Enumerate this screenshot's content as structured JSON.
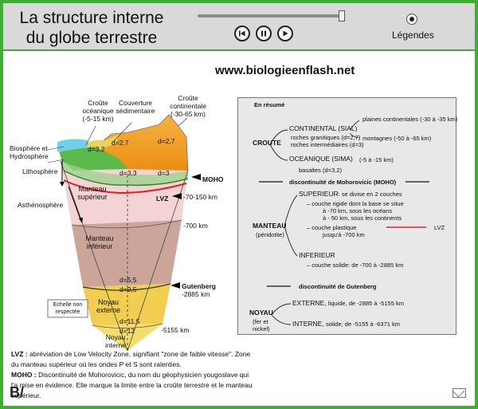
{
  "header": {
    "title_line1": "La structure interne",
    "title_line2": "du globe terrestre",
    "progress": 0.98,
    "legend_label": "Légendes"
  },
  "site_url": "www.biologieenflash.net",
  "diagram": {
    "labels": {
      "croute_oceanique": "Croûte océanique (-5-15 km)",
      "couverture": "Couverture sédimentaire",
      "croute_continentale": "Croûte continentale (-30-65 km)",
      "biosphere": "Biosphère et Hydrosphère",
      "lithosphere": "Lithosphère",
      "asthenosphere": "Asthénosphère",
      "manteau_sup": "Manteau supérieur",
      "manteau_inf": "Manteau inférieur",
      "noyau_ext": "Noyau externe",
      "noyau_int": "Noyau interne",
      "moho": "MOHO",
      "lvz": "LVZ",
      "gutenberg": "Gutenberg",
      "d27a": "d=2,7",
      "d32": "d=3,2",
      "d27b": "d=2,7",
      "d3": "d=3",
      "d33": "d=3,3",
      "d55": "d=5,5",
      "d95": "d=9,5",
      "d115": "d=11,5",
      "d12": "d=12",
      "depth_70_150": "-70-150 km",
      "depth_700": "-700 km",
      "depth_2885": "-2885 km",
      "depth_5155": "-5155 km",
      "echelle": "Echelle non respectée"
    }
  },
  "summary": {
    "heading": "En résumé",
    "croute": "CROUTE",
    "continental": "CONTINENTAL (SIAL)",
    "cont_rocks1": "roches granitiques (d=2,7)",
    "cont_rocks2": "roches intermédiaires (d=3)",
    "plaines": "plaines continentales (-30 à -35 km)",
    "montagnes": "montagnes (-50 à -65 km)",
    "oceanique": "OCEANIQUE (SIMA)",
    "oceanique_depth": "(-5 à -15 km)",
    "basaltes": "basaltes (d=3,2)",
    "moho": "discontinuité de Mohorovicic (MOHO)",
    "manteau": "MANTEAU",
    "peridotite": "(péridotite)",
    "superieur": "SUPERIEUR",
    "sup_desc": ": se divise en 2 couches",
    "sup_c1a": "– couche rigide dont la base se situe",
    "sup_c1b": "à -70 km, sous les océans",
    "sup_c1c": "à - 50 km, sous les continents",
    "sup_c2a": "– couche plastique",
    "sup_c2b": "jusqu'à -700 km",
    "lvz": "LVZ",
    "inferieur": "INFERIEUR",
    "inf_desc": "– couche solide: de -700 à -2885 km",
    "gutenberg": "discontinuité de Gutenberg",
    "noyau": "NOYAU",
    "noyau_sub1": "(fer et",
    "noyau_sub2": "nickel)",
    "externe": "EXTERNE,",
    "externe_desc": "liquide, de -2885 à -5155 km",
    "interne": "INTERNE,",
    "interne_desc": "solide, de -5155 à -6371 km"
  },
  "notes": {
    "lvz_term": "LVZ :",
    "lvz_text1": " abréviation de Low Velocity Zone, signifiant \"zone de faible vitesse\". Zone",
    "lvz_text2": "du manteau  supérieur où les ondes P et S sont ralenties.",
    "moho_term": "MOHO :",
    "moho_text1": " Discontinuité de Mohorovicic, du nom du géophysicien yougoslave qui",
    "moho_text2": "l'a mise en évidence. Elle marque la limite entre la croûte terrestre et le manteau",
    "moho_text3": "supérieur."
  },
  "footer": {
    "logo": "B/"
  },
  "colors": {
    "frame": "#3fae34",
    "lvz_line": "#e02020",
    "continental": "#f0a020",
    "ocean_crust": "#56b848",
    "manteau_sup": "#f3d3d3",
    "manteau_inf": "#cca59a",
    "noyau_ext": "#f2ce50",
    "noyau_int": "#f5dc6e"
  }
}
